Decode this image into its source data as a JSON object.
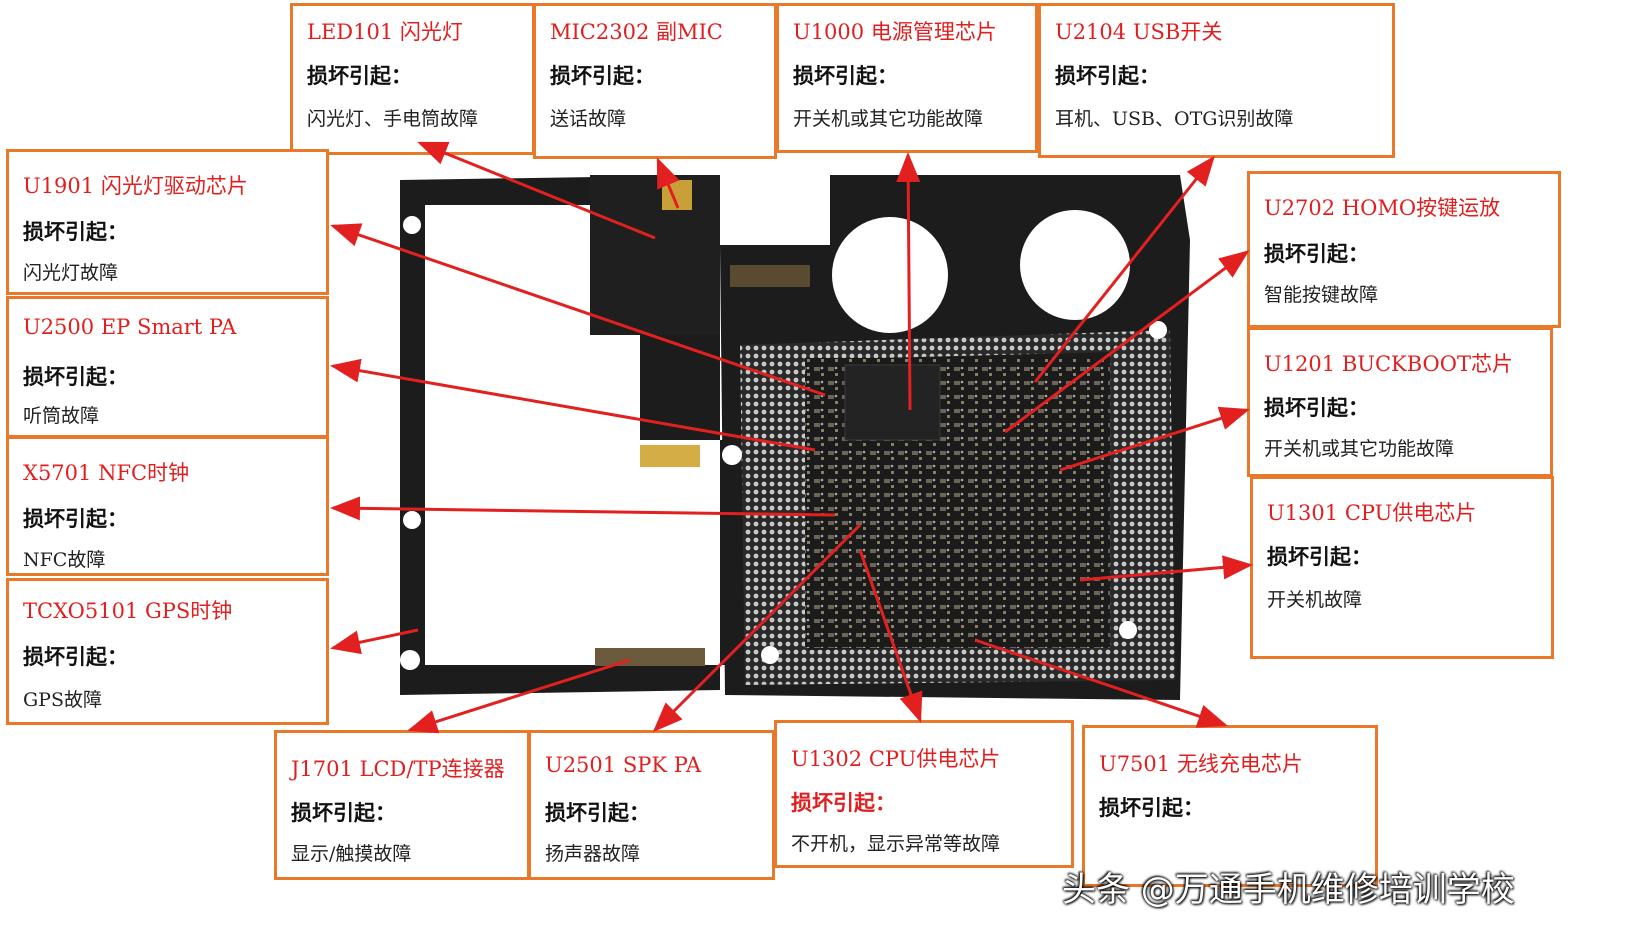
{
  "cause_label": "损坏引起：",
  "colors": {
    "border": "#e8782a",
    "title": "#e02020",
    "arrow": "#e32020",
    "board": "#1c1c1c"
  },
  "components": [
    {
      "id": "led101",
      "title": "LED101 闪光灯",
      "fault": "闪光灯、手电筒故障"
    },
    {
      "id": "mic2302",
      "title": "MIC2302 副MIC",
      "fault": "送话故障"
    },
    {
      "id": "u1000",
      "title": "U1000 电源管理芯片",
      "fault": "开关机或其它功能故障"
    },
    {
      "id": "u2104",
      "title": "U2104 USB开关",
      "fault": "耳机、USB、OTG识别故障"
    },
    {
      "id": "u1901",
      "title": "U1901 闪光灯驱动芯片",
      "fault": "闪光灯故障"
    },
    {
      "id": "u2500",
      "title": "U2500 EP Smart PA",
      "fault": "听筒故障"
    },
    {
      "id": "x5701",
      "title": "X5701 NFC时钟",
      "fault": "NFC故障"
    },
    {
      "id": "tcxo5101",
      "title": "TCXO5101 GPS时钟",
      "fault": "GPS故障"
    },
    {
      "id": "u2702",
      "title": "U2702 HOMO按键运放",
      "fault": "智能按键故障"
    },
    {
      "id": "u1201",
      "title": "U1201 BUCKBOOT芯片",
      "fault": "开关机或其它功能故障"
    },
    {
      "id": "u1301",
      "title": "U1301 CPU供电芯片",
      "fault": "开关机故障"
    },
    {
      "id": "j1701",
      "title": "J1701 LCD/TP连接器",
      "fault": "显示/触摸故障"
    },
    {
      "id": "u2501",
      "title": "U2501 SPK PA",
      "fault": "扬声器故障"
    },
    {
      "id": "u1302",
      "title": "U1302 CPU供电芯片",
      "fault": "不开机，显示异常等故障"
    },
    {
      "id": "u7501",
      "title": "U7501 无线充电芯片",
      "fault": ""
    }
  ],
  "watermark": "头条 @万通手机维修培训学校"
}
